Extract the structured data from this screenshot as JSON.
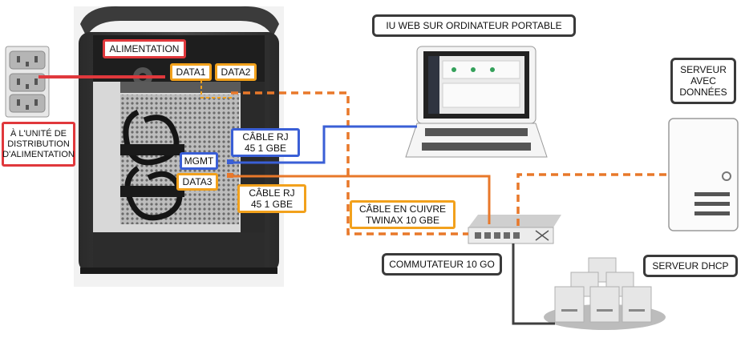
{
  "labels": {
    "alimentation": "ALIMENTATION",
    "data1": "DATA1",
    "data2": "DATA2",
    "mgmt": "MGMT",
    "data3": "DATA3",
    "pdu": "À L'UNITÉ DE\nDISTRIBUTION\nD'ALIMENTATION",
    "cable_rj_1": "CÂBLE RJ\n45 1 GBE",
    "cable_rj_2": "CÂBLE RJ\n45 1 GBE",
    "twinax": "CÂBLE EN CUIVRE\nTWINAX 10 GBE",
    "laptop": "IU WEB SUR ORDINATEUR PORTABLE",
    "data_server": "SERVEUR\nAVEC\nDONNÉES",
    "switch": "COMMUTATEUR 10 GO",
    "dhcp": "SERVEUR DHCP"
  },
  "colors": {
    "power": "#e0383c",
    "data": "#e8782a",
    "mgmt": "#3a5fd6",
    "dhcp_link": "#3f3f3f"
  },
  "icons": {
    "outlet": "power-outlet-icon",
    "device": "appliance-rear-panel",
    "laptop": "laptop-icon",
    "server": "tower-server-icon",
    "switch": "network-switch-icon",
    "dhcp": "server-cluster-icon"
  }
}
